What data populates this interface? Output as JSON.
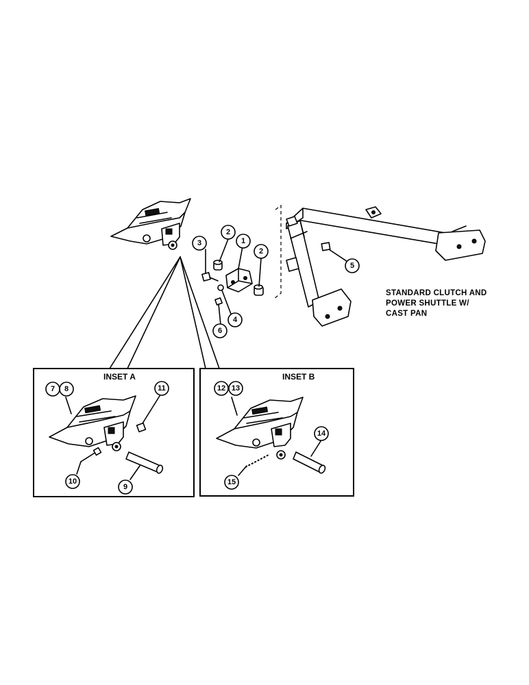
{
  "caption": {
    "lines": [
      "STANDARD CLUTCH AND",
      "POWER SHUTTLE W/",
      "CAST PAN"
    ]
  },
  "insets": [
    {
      "title": "INSET A"
    },
    {
      "title": "INSET B"
    }
  ],
  "callouts": {
    "c1": "1",
    "c2a": "2",
    "c2b": "2",
    "c3": "3",
    "c4": "4",
    "c5": "5",
    "c6": "6",
    "c7": "7",
    "c8": "8",
    "c9": "9",
    "c10": "10",
    "c11": "11",
    "c12": "12",
    "c13": "13",
    "c14": "14",
    "c15": "15"
  }
}
